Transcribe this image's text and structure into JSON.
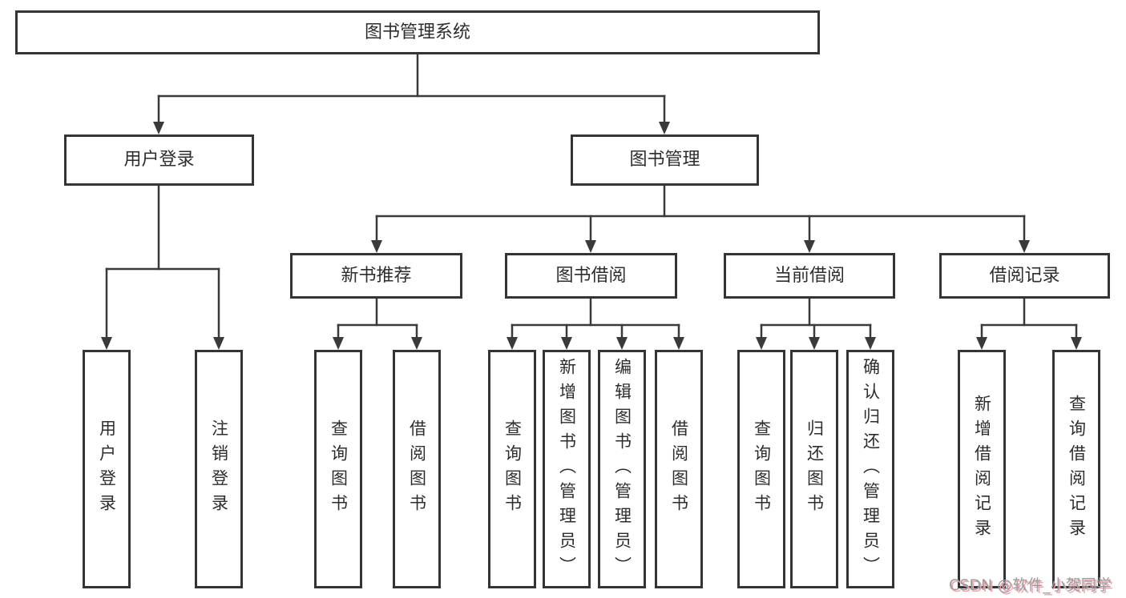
{
  "title": "图书管理系统",
  "level2": [
    "用户登录",
    "图书管理"
  ],
  "level3": [
    "新书推荐",
    "图书借阅",
    "当前借阅",
    "借阅记录"
  ],
  "leaves": {
    "user": [
      "用户登录",
      "注销登录"
    ],
    "recommend": [
      "查询图书",
      "借阅图书"
    ],
    "borrow": [
      "查询图书",
      "新增图书（管理员）",
      "编辑图书（管理员）",
      "借阅图书"
    ],
    "current": [
      "查询图书",
      "归还图书",
      "确认归还（管理员）"
    ],
    "records": [
      "新增借阅记录",
      "查询借阅记录"
    ]
  },
  "watermark": "CSDN @软件_小贺同学",
  "colors": {
    "line": "#3a3a3a",
    "box_border": "#343434",
    "text": "#2d2d2d",
    "watermark_text": "#9c9c9c",
    "watermark_shadow": "#f0a3ae",
    "background": "#ffffff"
  }
}
